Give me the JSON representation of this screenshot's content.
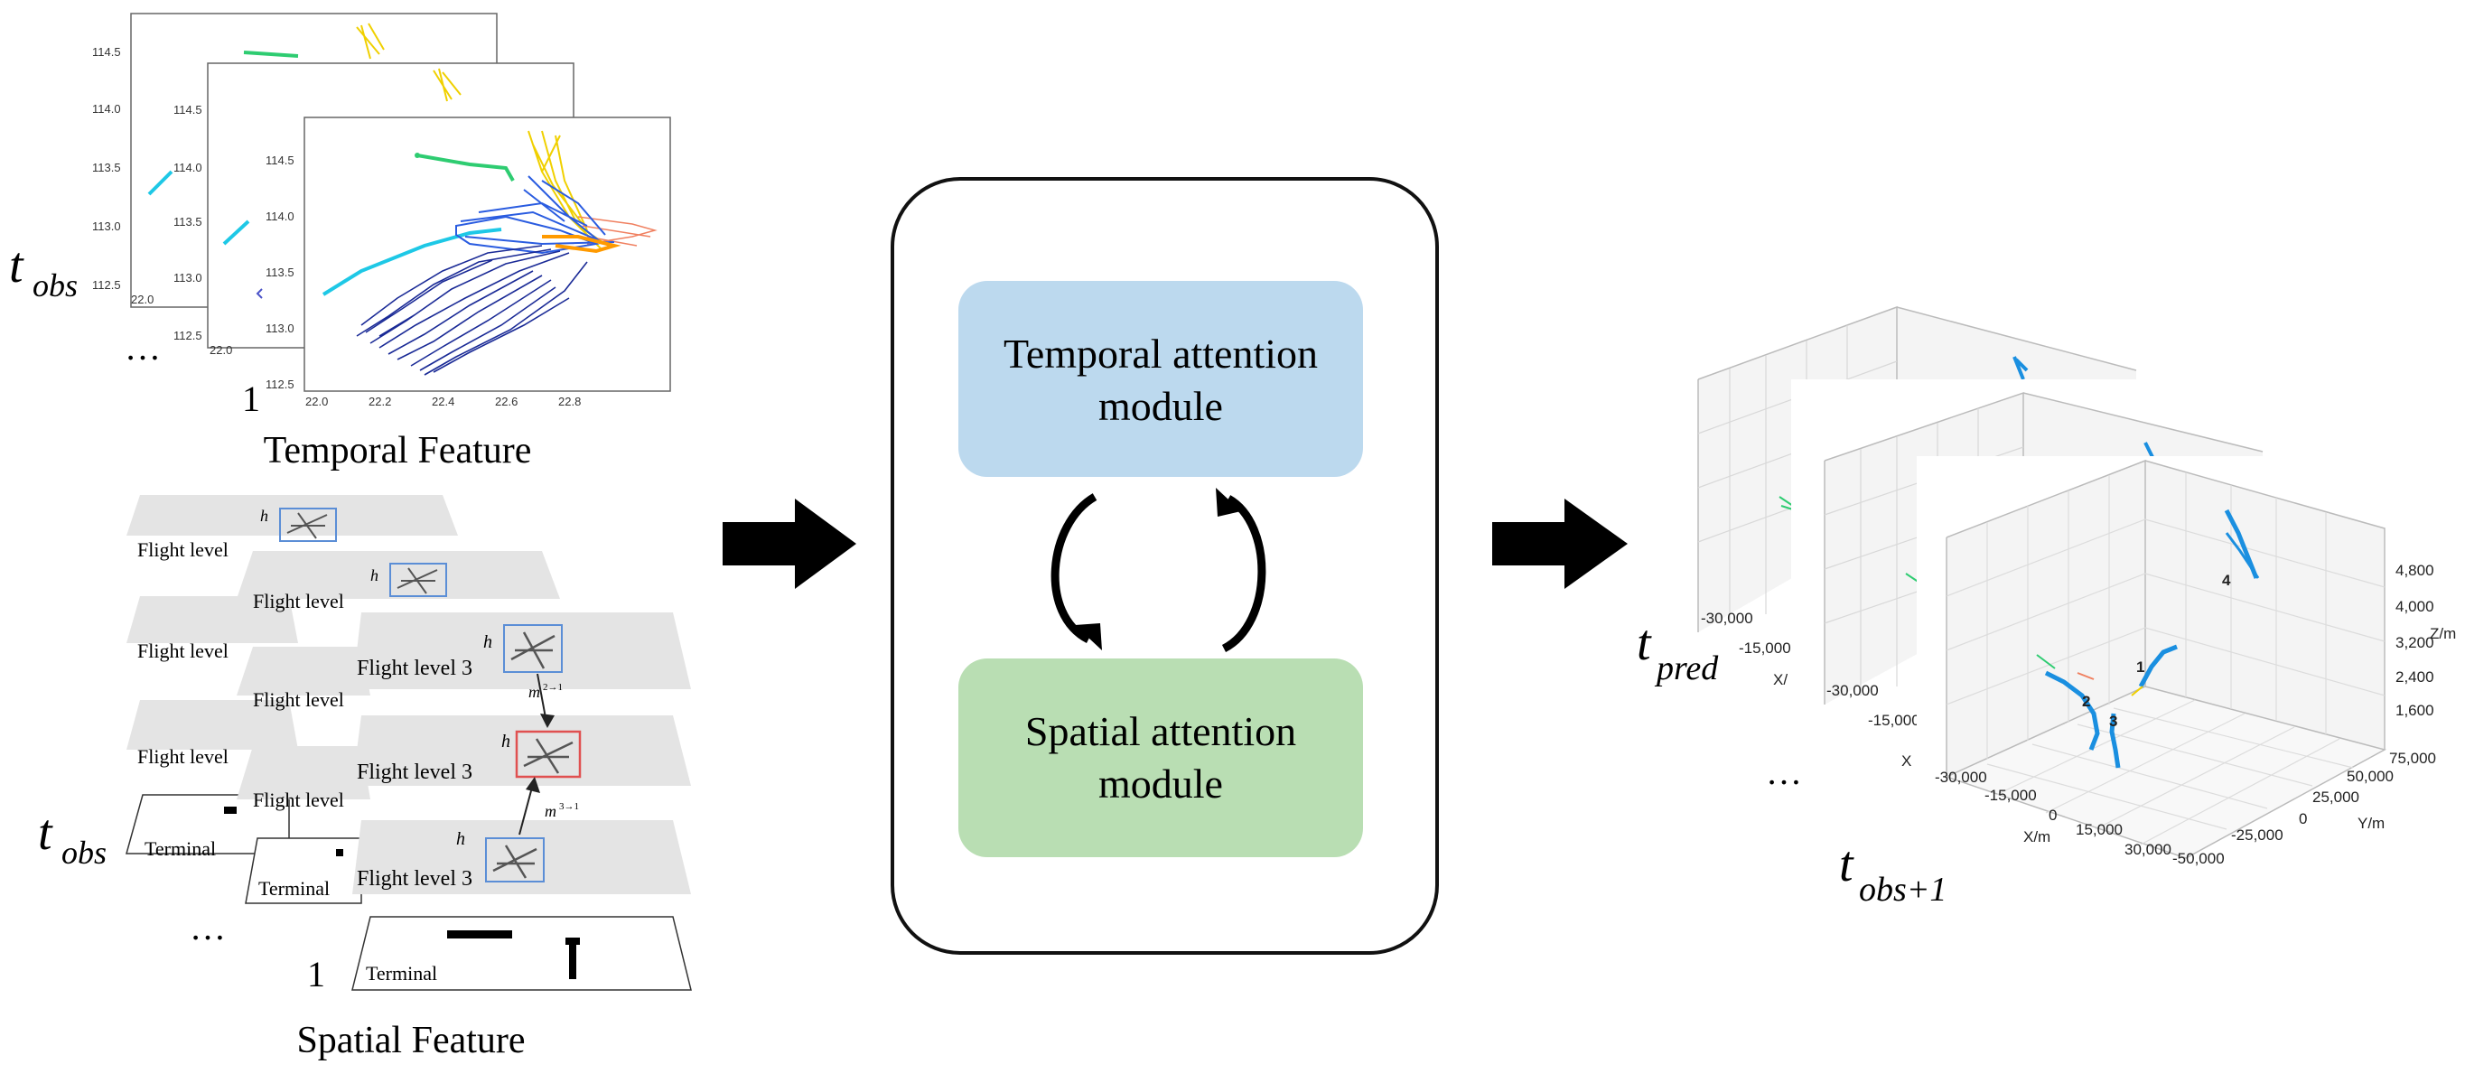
{
  "left": {
    "time_obs_top": "t",
    "time_obs_sub": "obs",
    "index_one": "1",
    "ellipsis": "…",
    "temporal_caption": "Temporal Feature",
    "temporal_y_ticks": [
      "112.5",
      "113.0",
      "113.5",
      "114.0",
      "114.5"
    ],
    "temporal_x_ticks": [
      "22.0",
      "22.2",
      "22.4",
      "22.6",
      "22.8"
    ],
    "time_obs_mid": "t",
    "time_obs_mid_sub": "obs",
    "flight_level": "Flight level",
    "flight_level_3": "Flight level 3",
    "terminal": "Terminal",
    "h_label": "h",
    "m_label_1": "m",
    "m_label_1_sup": "2→1",
    "m_label_2": "m",
    "m_label_2_sup": "3→1",
    "spatial_caption": "Spatial Feature",
    "index_one_b": "1",
    "ellipsis_b": "…"
  },
  "center": {
    "temporal_module_line1": "Temporal attention",
    "temporal_module_line2": "module",
    "spatial_module_line1": "Spatial attention",
    "spatial_module_line2": "module",
    "temporal_color": "#bcd9ee",
    "spatial_color": "#b9deb3"
  },
  "right": {
    "t_pred": "t",
    "t_pred_sub": "pred",
    "t_obs1": "t",
    "t_obs1_sub": "obs+1",
    "ellipsis": "…",
    "z_ticks": [
      "1,600",
      "2,400",
      "3,200",
      "4,000",
      "4,800"
    ],
    "z_label": "Z/m",
    "y_ticks": [
      "-50,000",
      "-25,000",
      "0",
      "25,000",
      "50,000",
      "75,000"
    ],
    "y_label": "Y/m",
    "x_ticks": [
      "-30,000",
      "-15,000",
      "0",
      "15,000",
      "30,000"
    ],
    "x_label": "X/m",
    "back_x_ticks": [
      "-30,000",
      "-15,000"
    ],
    "back_x_label": "X/",
    "mid_x_ticks": [
      "-30,000",
      "-15,000"
    ],
    "mid_x_label": "X",
    "point_labels": [
      "1",
      "2",
      "3",
      "4"
    ]
  }
}
